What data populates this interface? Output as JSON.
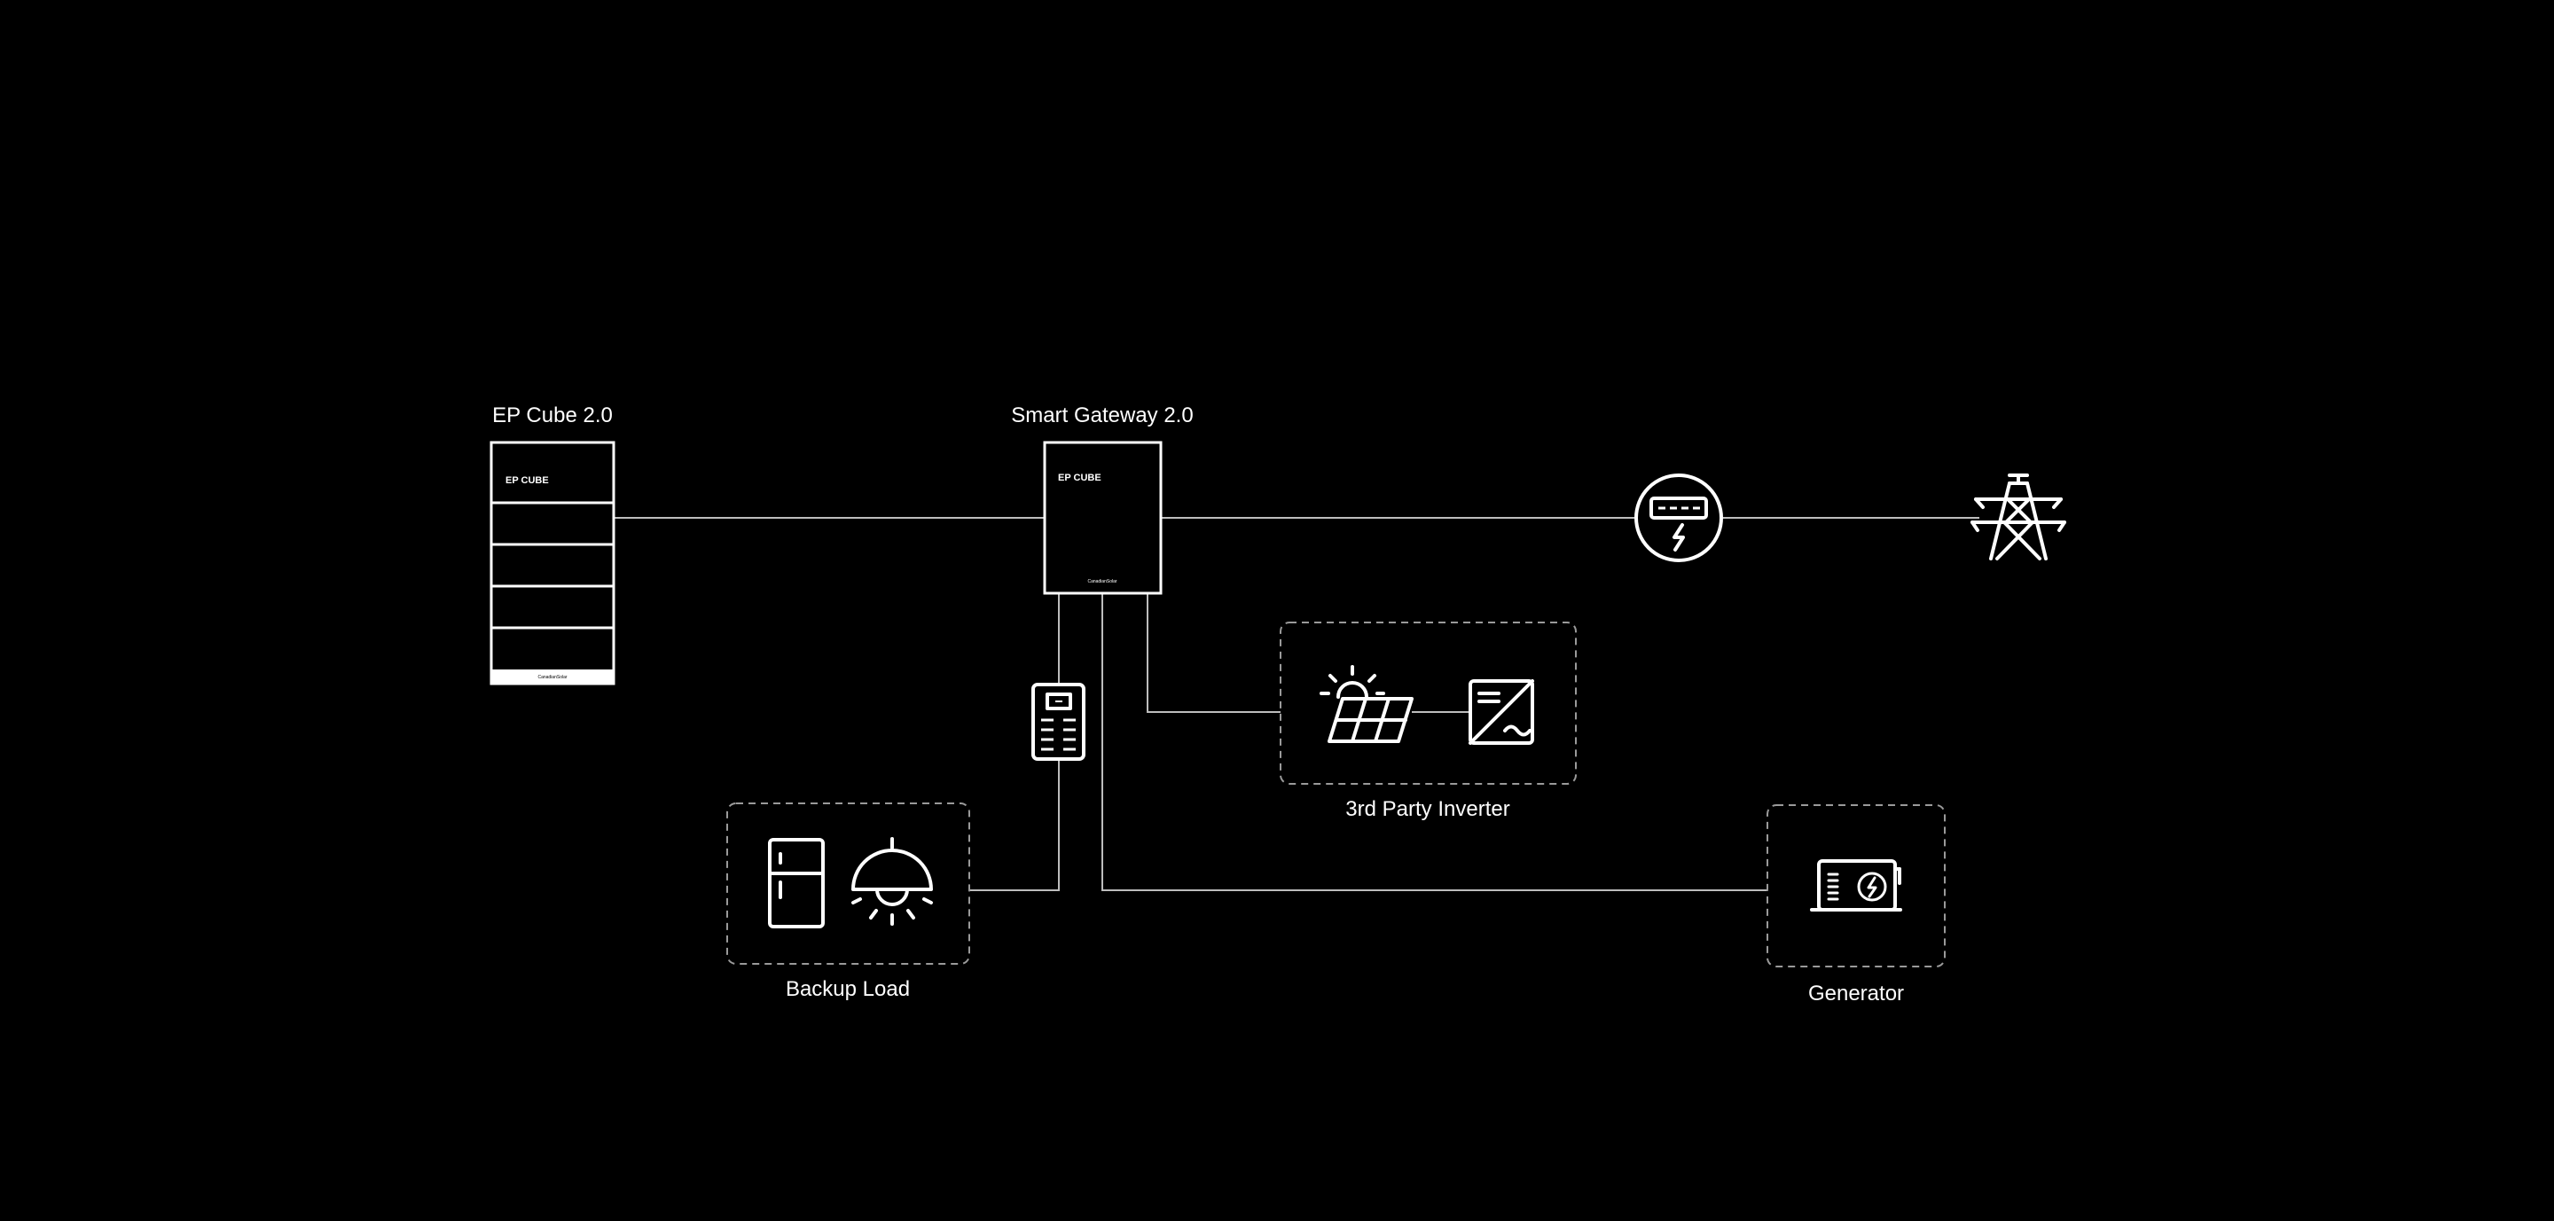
{
  "labels": {
    "ep_cube": "EP Cube 2.0",
    "smart_gateway": "Smart Gateway 2.0",
    "third_party_inverter": "3rd Party Inverter",
    "backup_load": "Backup Load",
    "generator": "Generator"
  },
  "device_text": {
    "ep_cube_brand": "EP CUBE",
    "gateway_brand": "EP CUBE",
    "maker_mark": "CanadianSolar"
  },
  "colors": {
    "background": "#000000",
    "foreground": "#ffffff",
    "wire": "#bdbdbd",
    "dashed_border": "#9a9a9a"
  },
  "icons": [
    "battery-stack-icon",
    "gateway-icon",
    "meter-icon",
    "transmission-tower-icon",
    "controller-icon",
    "solar-panel-icon",
    "inverter-icon",
    "refrigerator-icon",
    "lamp-icon",
    "generator-icon"
  ]
}
